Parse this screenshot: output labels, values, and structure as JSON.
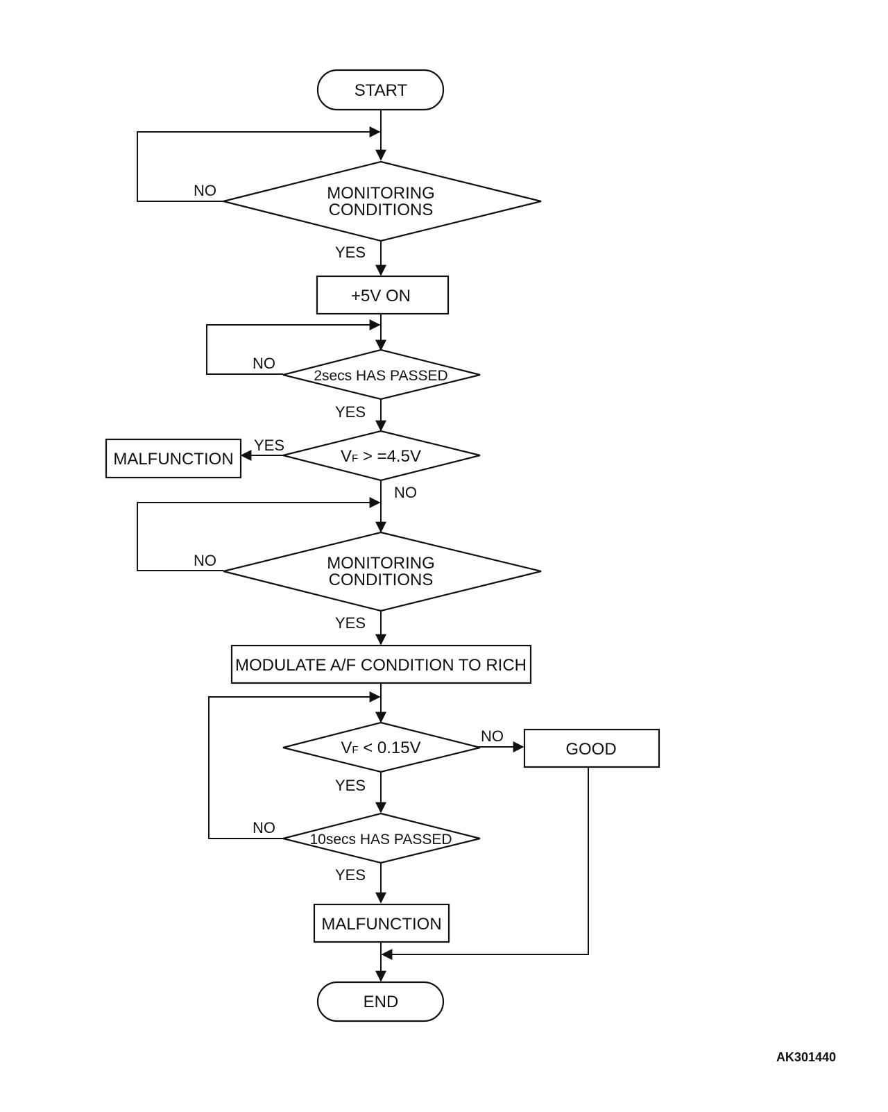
{
  "nodes": {
    "start": "START",
    "monitoring_1": [
      "MONITORING",
      "CONDITIONS"
    ],
    "plus5v_on": "+5V ON",
    "wait_2s": "2secs HAS PASSED",
    "vf_check_high": {
      "main": "V",
      "sub": "F",
      "rest": " > =4.5V"
    },
    "malfunction_1": "MALFUNCTION",
    "monitoring_2": [
      "MONITORING",
      "CONDITIONS"
    ],
    "modulate": "MODULATE A/F CONDITION TO RICH",
    "vf_check_low": {
      "main": "V",
      "sub": "F",
      "rest": " < 0.15V"
    },
    "good": "GOOD",
    "wait_10s": "10secs HAS PASSED",
    "malfunction_2": "MALFUNCTION",
    "end": "END"
  },
  "branch_labels": {
    "yes": "YES",
    "no": "NO"
  },
  "figure_code": "AK301440"
}
